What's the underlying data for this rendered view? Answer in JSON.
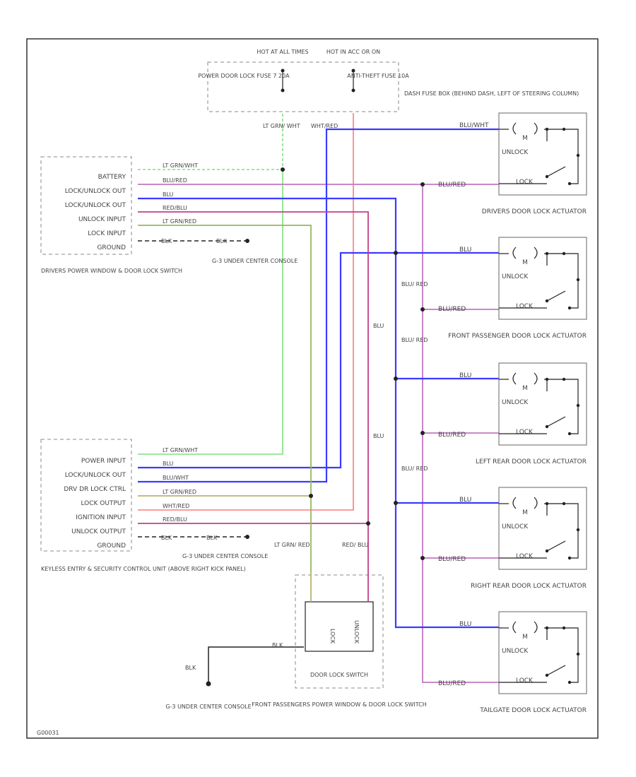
{
  "colors": {
    "blue": "#3b3bff",
    "red": "#ff7a7a",
    "purple": "#c277c2",
    "green": "#7fe07f",
    "olive": "#b7b46e",
    "black": "#222222"
  },
  "fuse_box": {
    "hot_at_all_times": "HOT AT ALL TIMES",
    "hot_in_acc": "HOT IN ACC OR ON",
    "power_door_lock_fuse": "POWER DOOR LOCK FUSE 7 20A",
    "anti_theft_fuse": "ANTI-THEFT FUSE 10A",
    "dash_fuse_box": "DASH FUSE BOX (BEHIND DASH, LEFT OF STEERING COLUMN)"
  },
  "drivers_switch": {
    "pins": [
      "BATTERY",
      "LOCK/UNLOCK OUT",
      "LOCK/UNLOCK OUT",
      "UNLOCK INPUT",
      "LOCK INPUT",
      "GROUND"
    ],
    "wire_labels": [
      "LT GRN/WHT",
      "BLU/RED",
      "BLU",
      "RED/BLU",
      "LT GRN/RED",
      "BLK",
      "BLK"
    ],
    "label": "DRIVERS POWER WINDOW & DOOR LOCK SWITCH",
    "ground": "G-3 UNDER CENTER CONSOLE"
  },
  "keyless_unit": {
    "pins": [
      "POWER INPUT",
      "LOCK/UNLOCK OUT",
      "DRV DR LOCK CTRL",
      "LOCK OUTPUT",
      "IGNITION INPUT",
      "UNLOCK OUTPUT",
      "GROUND"
    ],
    "wire_labels": [
      "LT GRN/WHT",
      "BLU",
      "BLU/WHT",
      "LT GRN/RED",
      "WHT/RED",
      "RED/BLU",
      "BLK",
      "BLK"
    ],
    "label": "KEYLESS ENTRY & SECURITY CONTROL UNIT (ABOVE RIGHT KICK PANEL)",
    "ground": "G-3 UNDER CENTER CONSOLE"
  },
  "center_wire_labels": {
    "lt_grn_wht": "LT GRN/ WHT",
    "wht_red": "WHT/RED",
    "blu_red_1": "BLU/ RED",
    "blu_red_2": "BLU/ RED",
    "blu_red_3": "BLU/ RED",
    "blu_1": "BLU",
    "blu_2": "BLU",
    "lt_grn_red": "LT GRN/ RED",
    "red_blu": "RED/ BLU"
  },
  "actuators": [
    {
      "top_wire": "BLU/WHT",
      "bottom_wire": "BLU/RED",
      "unlock": "UNLOCK",
      "lock": "LOCK",
      "motor": "M",
      "label": "DRIVERS DOOR LOCK ACTUATOR"
    },
    {
      "top_wire": "BLU",
      "bottom_wire": "BLU/RED",
      "unlock": "UNLOCK",
      "lock": "LOCK",
      "motor": "M",
      "label": "FRONT PASSENGER DOOR LOCK ACTUATOR"
    },
    {
      "top_wire": "BLU",
      "bottom_wire": "BLU/RED",
      "unlock": "UNLOCK",
      "lock": "LOCK",
      "motor": "M",
      "label": "LEFT REAR DOOR LOCK ACTUATOR"
    },
    {
      "top_wire": "BLU",
      "bottom_wire": "BLU/RED",
      "unlock": "UNLOCK",
      "lock": "LOCK",
      "motor": "M",
      "label": "RIGHT REAR DOOR LOCK ACTUATOR"
    },
    {
      "top_wire": "BLU",
      "bottom_wire": "BLU/RED",
      "unlock": "UNLOCK",
      "lock": "LOCK",
      "motor": "M",
      "label": "TAILGATE DOOR LOCK ACTUATOR"
    }
  ],
  "passenger_switch": {
    "door_lock_switch": "DOOR LOCK SWITCH",
    "lock": "LOCK",
    "unlock": "UNLOCK",
    "label": "FRONT PASSENGERS POWER WINDOW & DOOR LOCK SWITCH",
    "wire_label": "BLK",
    "ground_wire": "BLK"
  },
  "bottom_ground": "G-3 UNDER CENTER CONSOLE",
  "footer_id": "G00031"
}
